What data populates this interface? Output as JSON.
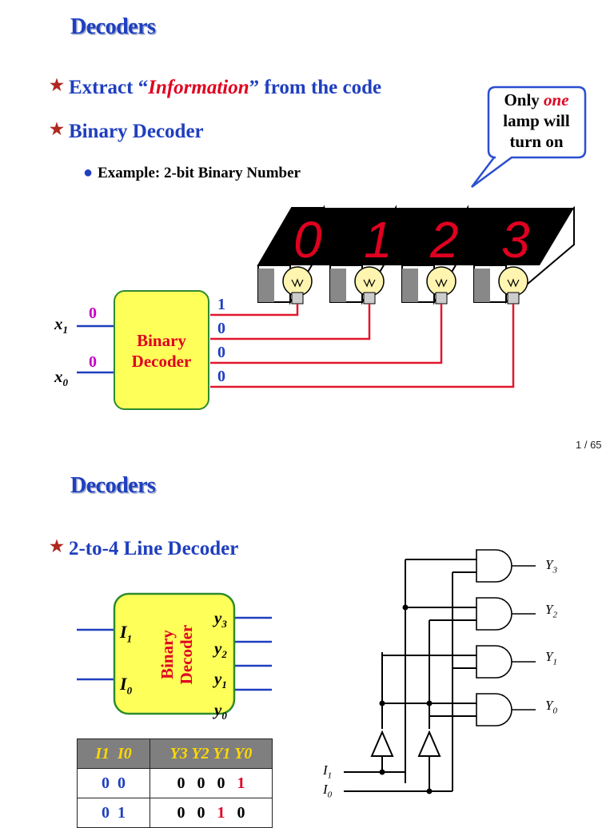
{
  "slide1": {
    "title": "Decoders",
    "bullet1": {
      "pre": "Extract “",
      "italic": "Information",
      "post": "” from the code"
    },
    "bullet2": "Binary Decoder",
    "sub_bullet": "Example: 2-bit Binary Number",
    "callout": {
      "pre": "Only ",
      "italic": "one",
      "line2": "lamp will",
      "line3": "turn on"
    },
    "digits": [
      "0",
      "1",
      "2",
      "3"
    ],
    "decoder_label": [
      "Binary",
      "Decoder"
    ],
    "inputs": [
      {
        "name": "x",
        "sub": "1",
        "value": "0"
      },
      {
        "name": "x",
        "sub": "0",
        "value": "0"
      }
    ],
    "outputs": [
      "1",
      "0",
      "0",
      "0"
    ],
    "page_number": "1 / 65"
  },
  "slide2": {
    "title": "Decoders",
    "bullet1": "2-to-4 Line Decoder",
    "block_label": [
      "Binary",
      "Decoder"
    ],
    "block_inputs": [
      {
        "name": "I",
        "sub": "1"
      },
      {
        "name": "I",
        "sub": "0"
      }
    ],
    "block_outputs": [
      {
        "name": "y",
        "sub": "3"
      },
      {
        "name": "y",
        "sub": "2"
      },
      {
        "name": "y",
        "sub": "1"
      },
      {
        "name": "y",
        "sub": "0"
      }
    ],
    "truth_table": {
      "headers_in": [
        "I1",
        "I0"
      ],
      "headers_out": [
        "Y3",
        "Y2",
        "Y1",
        "Y0"
      ],
      "rows": [
        {
          "in": [
            "0",
            "0"
          ],
          "out": [
            "0",
            "0",
            "0",
            "1"
          ]
        },
        {
          "in": [
            "0",
            "1"
          ],
          "out": [
            "0",
            "0",
            "1",
            "0"
          ]
        }
      ]
    },
    "gate_outputs": [
      {
        "name": "Y",
        "sub": "3"
      },
      {
        "name": "Y",
        "sub": "2"
      },
      {
        "name": "Y",
        "sub": "1"
      },
      {
        "name": "Y",
        "sub": "0"
      }
    ],
    "circuit_inputs": [
      {
        "name": "I",
        "sub": "1"
      },
      {
        "name": "I",
        "sub": "0"
      }
    ]
  },
  "colors": {
    "title_blue": "#1f3fbf",
    "highlight_red": "#e00020",
    "wire_red": "#e0182c",
    "decoder_fill": "#ffff5a",
    "decoder_border": "#2e8b2e",
    "input_magenta": "#c800c8",
    "header_yellow": "#ffd800"
  }
}
